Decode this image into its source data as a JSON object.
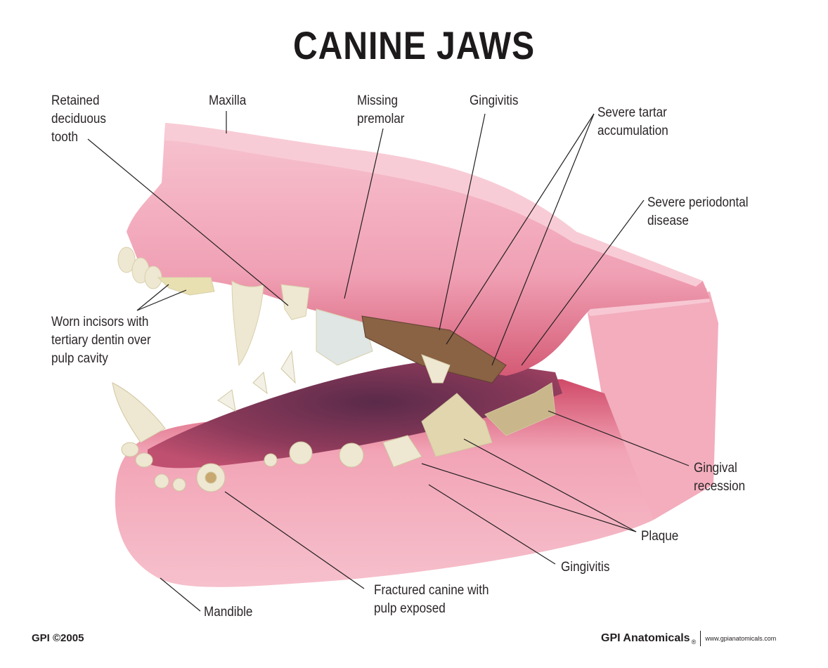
{
  "title": "CANINE JAWS",
  "labels": {
    "retained_deciduous": "Retained\ndeciduous\ntooth",
    "maxilla": "Maxilla",
    "missing_premolar": "Missing\npremolar",
    "gingivitis_top": "Gingivitis",
    "severe_tartar": "Severe tartar\naccumulation",
    "severe_periodontal": "Severe periodontal\ndisease",
    "worn_incisors": "Worn incisors with\ntertiary dentin over\npulp cavity",
    "gingival_recession": "Gingival\nrecession",
    "plaque": "Plaque",
    "gingivitis_bottom": "Gingivitis",
    "fractured_canine": "Fractured canine with\npulp exposed",
    "mandible": "Mandible"
  },
  "footer": {
    "copyright": "GPI ©2005",
    "brand": "GPI Anatomicals",
    "registered": "®",
    "url": "www.gpianatomicals.com"
  },
  "colors": {
    "gum_pink": "#f1a3b5",
    "gum_light": "#f7c4d0",
    "gum_dark": "#c9455f",
    "mouth_interior": "#8c3a5a",
    "tooth": "#eee8d2",
    "tartar": "#8a6244"
  }
}
